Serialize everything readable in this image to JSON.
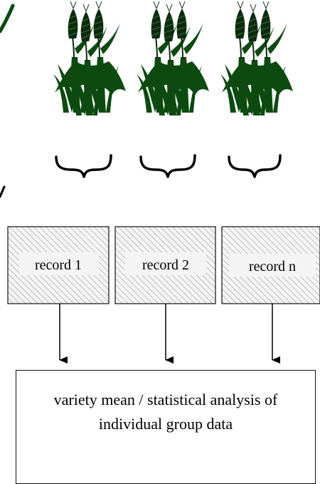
{
  "colors": {
    "plant": "#0c4a10",
    "plant_dark": "#0a2c0c",
    "stroke": "#000000",
    "hatch": "#9a9a9a",
    "box_fill": "#f4f4f4"
  },
  "plant_groups": [
    {
      "icon": "plant-group-icon"
    },
    {
      "icon": "plant-group-icon"
    },
    {
      "icon": "plant-group-icon"
    }
  ],
  "records": [
    {
      "label": "record 1"
    },
    {
      "label": "record 2"
    },
    {
      "label": "record n"
    }
  ],
  "result": {
    "text": "variety mean / statistical analysis of individual group data"
  }
}
